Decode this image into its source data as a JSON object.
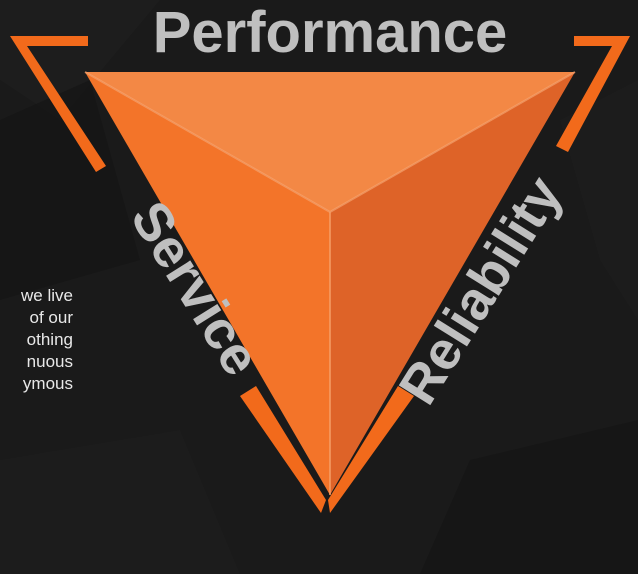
{
  "paragraph": {
    "lines": [
      "we live",
      "of our",
      "othing",
      "nuous",
      "ymous"
    ]
  },
  "triangle": {
    "top_label": "Performance",
    "left_label": "Service",
    "right_label": "Reliability"
  },
  "colors": {
    "background": "#1a1a1a",
    "accent": "#f26a1b",
    "face_top": "#f38845",
    "face_left": "#f37429",
    "face_right": "#e0642a",
    "label": "#bfbfbf",
    "text": "#e8e8e8"
  }
}
